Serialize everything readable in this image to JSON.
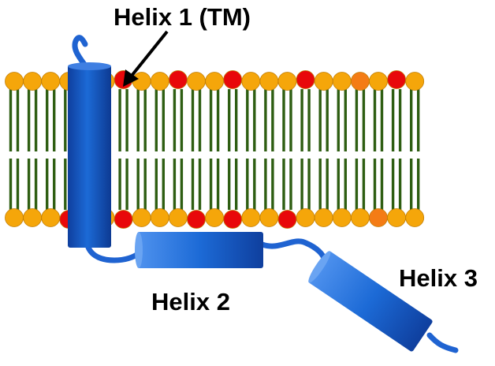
{
  "labels": {
    "helix1": "Helix 1 (TM)",
    "helix2": "Helix 2",
    "helix3": "Helix 3"
  },
  "colors": {
    "tail": "#2e5e12",
    "head_default": "#f5a60a",
    "head_charged": "#e8080a",
    "head_alt": "#f47c15",
    "helix_dark": "#0f3f9e",
    "helix_mid": "#1c6ad6",
    "helix_light": "#4f92ee",
    "loop": "#1f63d1",
    "arrow": "#000000"
  },
  "membrane": {
    "top_leaflet_heads": [
      "o",
      "o",
      "o",
      "o",
      "r",
      "o",
      "r",
      "o",
      "o",
      "r",
      "o",
      "o",
      "r",
      "o",
      "o",
      "o",
      "r",
      "o",
      "o",
      "a",
      "o",
      "r",
      "o"
    ],
    "bottom_leaflet_heads": [
      "o",
      "o",
      "o",
      "r",
      "o",
      "o",
      "r",
      "o",
      "o",
      "o",
      "r",
      "o",
      "r",
      "o",
      "o",
      "r",
      "o",
      "o",
      "o",
      "o",
      "a",
      "o",
      "o"
    ]
  },
  "icons": {
    "arrow": "pointer-arrow-icon"
  }
}
